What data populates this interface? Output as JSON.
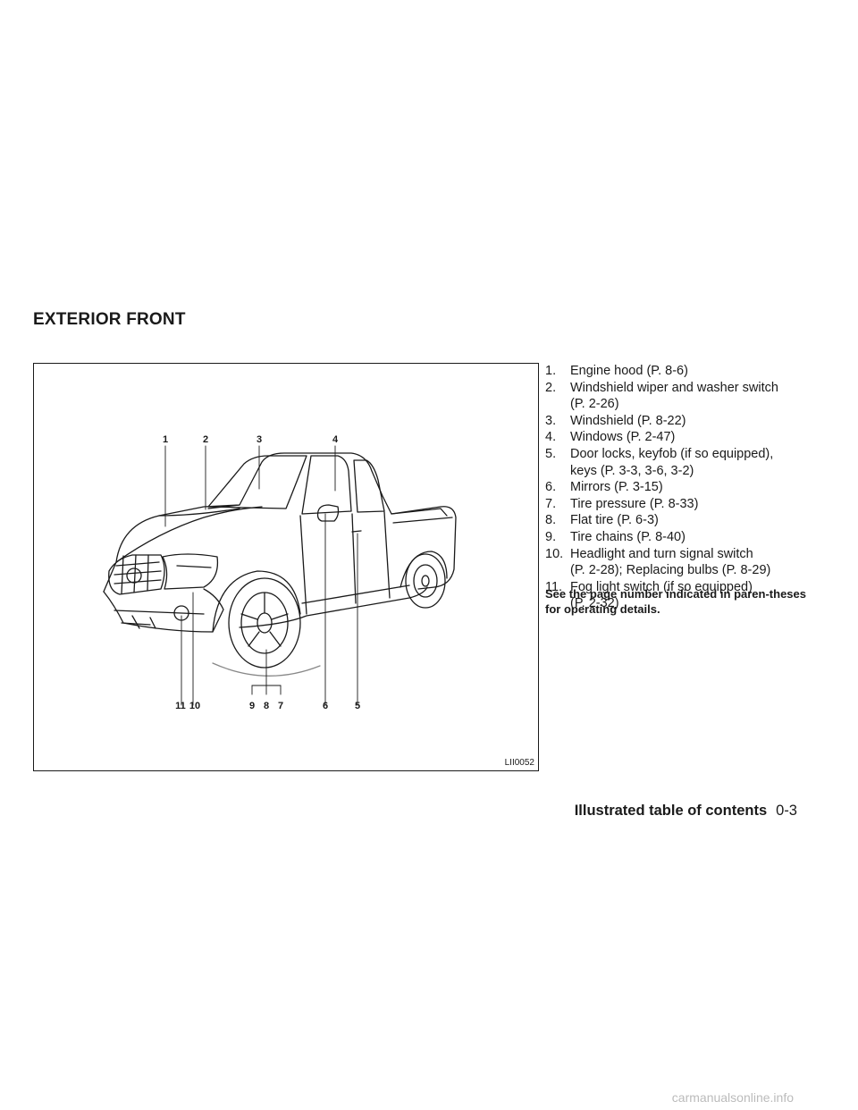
{
  "section_title": "EXTERIOR FRONT",
  "figure": {
    "code": "LII0052",
    "callouts": [
      "1",
      "2",
      "3",
      "4",
      "5",
      "6",
      "7",
      "8",
      "9",
      "10",
      "11"
    ]
  },
  "items": [
    {
      "num": "1.",
      "text": "Engine hood (P. 8-6)",
      "cont": ""
    },
    {
      "num": "2.",
      "text": "Windshield wiper and washer switch",
      "cont": "(P. 2-26)"
    },
    {
      "num": "3.",
      "text": "Windshield (P. 8-22)",
      "cont": ""
    },
    {
      "num": "4.",
      "text": "Windows (P. 2-47)",
      "cont": ""
    },
    {
      "num": "5.",
      "text": "Door locks, keyfob (if so equipped),",
      "cont": "keys (P. 3-3, 3-6, 3-2)"
    },
    {
      "num": "6.",
      "text": "Mirrors (P. 3-15)",
      "cont": ""
    },
    {
      "num": "7.",
      "text": "Tire pressure (P. 8-33)",
      "cont": ""
    },
    {
      "num": "8.",
      "text": "Flat tire (P. 6-3)",
      "cont": ""
    },
    {
      "num": "9.",
      "text": "Tire chains (P. 8-40)",
      "cont": ""
    },
    {
      "num": "10.",
      "text": "Headlight and turn signal switch",
      "cont": "(P. 2-28); Replacing bulbs (P. 8-29)"
    },
    {
      "num": "11.",
      "text": "Fog light switch (if so equipped)",
      "cont": "(P. 2-32)"
    }
  ],
  "note": "See the page number indicated in paren-theses for operating details.",
  "footer": {
    "section": "Illustrated table of contents",
    "page": "0-3"
  },
  "watermark": "carmanualsonline.info"
}
